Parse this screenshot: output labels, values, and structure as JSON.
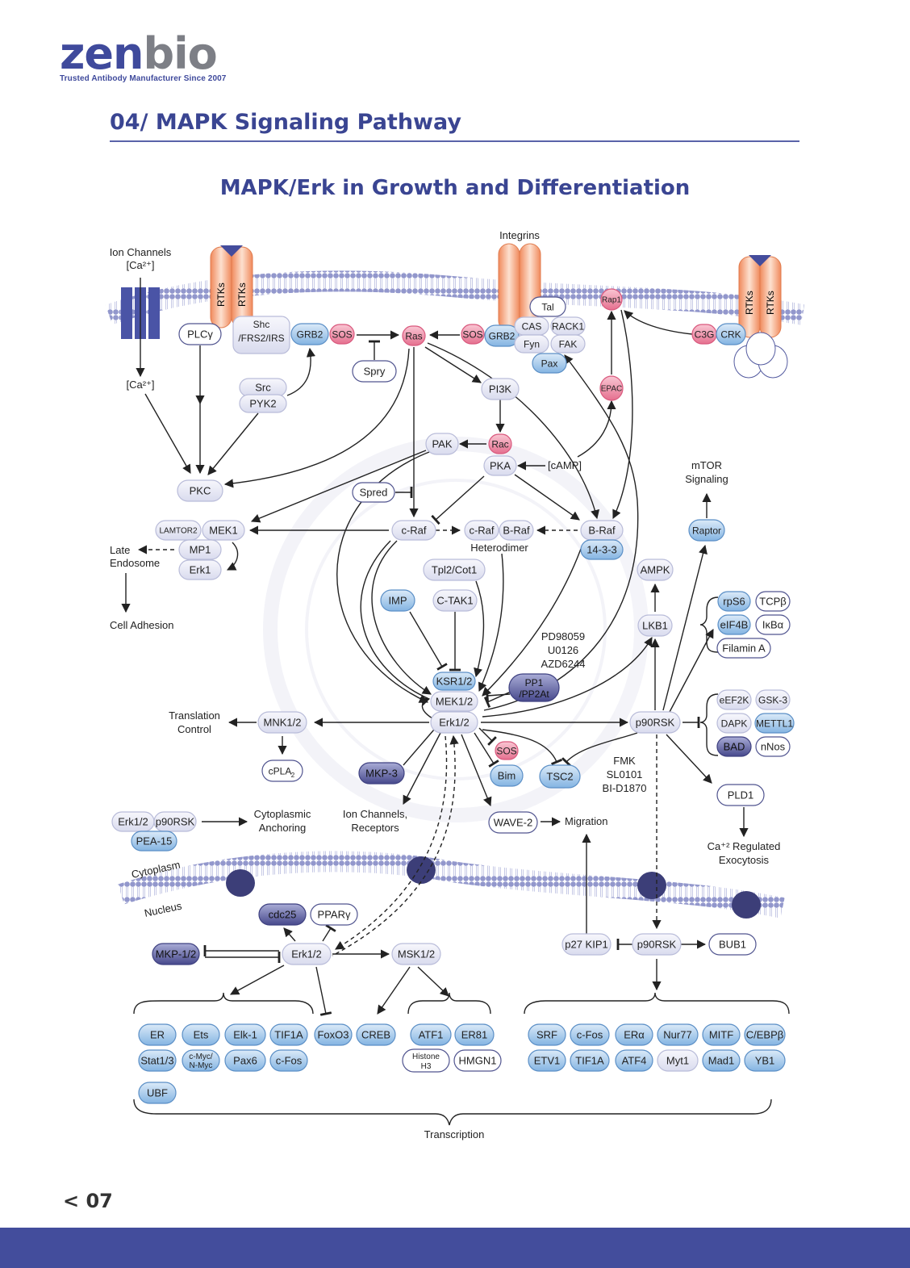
{
  "brand": {
    "name_part1": "zen",
    "name_part2": "bio",
    "tagline": "Trusted Antibody Manufacturer Since 2007"
  },
  "section_title": "04/ MAPK Signaling Pathway",
  "diagram_title": "MAPK/Erk in Growth and Differentiation",
  "page_number": "< 07",
  "colors": {
    "brand_blue": "#3f4a9c",
    "footer_bar": "#434d9c",
    "node_gray": "#e6e7f2",
    "node_blue": "#9dc3e8",
    "node_pink": "#ec89a4",
    "node_dark": "#54579a",
    "receptor_orange": "#f6a47a",
    "membrane_purple": "#8f95c8"
  },
  "nodes": {
    "rtks1": "RTKs",
    "rtks2": "RTKs",
    "rtks3": "RTKs",
    "rtks4": "RTKs",
    "plcg": "PLCγ",
    "shc_a": "Shc",
    "shc_b": "/FRS2/IRS",
    "grb2_left": "GRB2",
    "sos_left": "SOS",
    "ras": "Ras",
    "sos_mid": "SOS",
    "grb2_mid": "GRB2",
    "tal": "Tal",
    "cas": "CAS",
    "rack1": "RACK1",
    "fyn": "Fyn",
    "fak": "FAK",
    "pax": "Pax",
    "rap1": "Rap1",
    "c3g": "C3G",
    "crk": "CRK",
    "spry": "Spry",
    "src": "Src",
    "pyk2": "PYK2",
    "pi3k": "PI3K",
    "epac": "EPAC",
    "pak": "PAK",
    "rac": "Rac",
    "pka": "PKA",
    "pkc": "PKC",
    "spred": "Spred",
    "lamtor2": "LAMTOR2",
    "mek1": "MEK1",
    "mp1": "MP1",
    "erk1": "Erk1",
    "craf": "c-Raf",
    "craf_het": "c-Raf",
    "braf_het": "B-Raf",
    "braf": "B-Raf",
    "p1433": "14-3-3",
    "raptor": "Raptor",
    "ampk": "AMPK",
    "tpl2": "Tpl2/Cot1",
    "imp": "IMP",
    "ctak1": "C-TAK1",
    "lkb1": "LKB1",
    "rps6": "rpS6",
    "tcpb": "TCPβ",
    "eif4b": "eIF4B",
    "ikba": "IκBα",
    "filamin": "Filamin A",
    "ksr": "KSR1/2",
    "mek12": "MEK1/2",
    "erk12": "Erk1/2",
    "pp1_a": "PP1",
    "pp1_b": "/PP2At",
    "eef2k": "eEF2K",
    "gsk3": "GSK-3",
    "dapk": "DAPK",
    "mettl1": "METTL1",
    "bad": "BAD",
    "nnos": "nNos",
    "p90rsk": "p90RSK",
    "mnk": "MNK1/2",
    "cpla2": "cPLA",
    "cpla2_sub": "2",
    "mkp3": "MKP-3",
    "sos_small": "SOS",
    "bim": "Bim",
    "tsc2": "TSC2",
    "pld1": "PLD1",
    "wave2": "WAVE-2",
    "erk12_c": "Erk1/2",
    "p90rsk_c": "p90RSK",
    "pea15": "PEA-15",
    "cdc25": "cdc25",
    "ppar": "PPARγ",
    "mkp12": "MKP-1/2",
    "erk12_n": "Erk1/2",
    "msk": "MSK1/2",
    "p27": "p27 KIP1",
    "p90rsk_n": "p90RSK",
    "bub1": "BUB1",
    "er": "ER",
    "ets": "Ets",
    "elk1": "Elk-1",
    "tif1a_l": "TIF1A",
    "foxo3": "FoxO3",
    "creb": "CREB",
    "atf1": "ATF1",
    "er81": "ER81",
    "stat": "Stat1/3",
    "cmyc_a": "c-Myc/",
    "cmyc_b": "N-Myc",
    "pax6": "Pax6",
    "cfos_l": "c-Fos",
    "histone_a": "Histone",
    "histone_b": "H3",
    "hmgn1": "HMGN1",
    "ubf": "UBF",
    "srf": "SRF",
    "cfos_r": "c-Fos",
    "era": "ERα",
    "nur77": "Nur77",
    "mitf": "MITF",
    "cebpb": "C/EBPβ",
    "etv1": "ETV1",
    "tif1a_r": "TIF1A",
    "atf4": "ATF4",
    "myt1": "Myt1",
    "mad1": "Mad1",
    "yb1": "YB1"
  },
  "labels": {
    "ion_channels_a": "Ion Channels",
    "ion_channels_b": "[Ca²⁺]",
    "ca_inner": "[Ca²⁺]",
    "integrins": "Integrins",
    "camp": "[cAMP]",
    "mtor_a": "mTOR",
    "mtor_b": "Signaling",
    "late_endo_a": "Late",
    "late_endo_b": "Endosome",
    "cell_adhesion": "Cell Adhesion",
    "heterodimer": "Heterodimer",
    "inhibitors_a": "PD98059",
    "inhibitors_b": "U0126",
    "inhibitors_c": "AZD6244",
    "translation_a": "Translation",
    "translation_b": "Control",
    "fmk_a": "FMK",
    "fmk_b": "SL0101",
    "fmk_c": "BI-D1870",
    "ion_rec_a": "Ion Channels,",
    "ion_rec_b": "Receptors",
    "migration": "Migration",
    "cyto_anchor_a": "Cytoplasmic",
    "cyto_anchor_b": "Anchoring",
    "ca_exo_a": "Ca⁺² Regulated",
    "ca_exo_b": "Exocytosis",
    "cytoplasm": "Cytoplasm",
    "nucleus": "Nucleus",
    "transcription": "Transcription"
  }
}
